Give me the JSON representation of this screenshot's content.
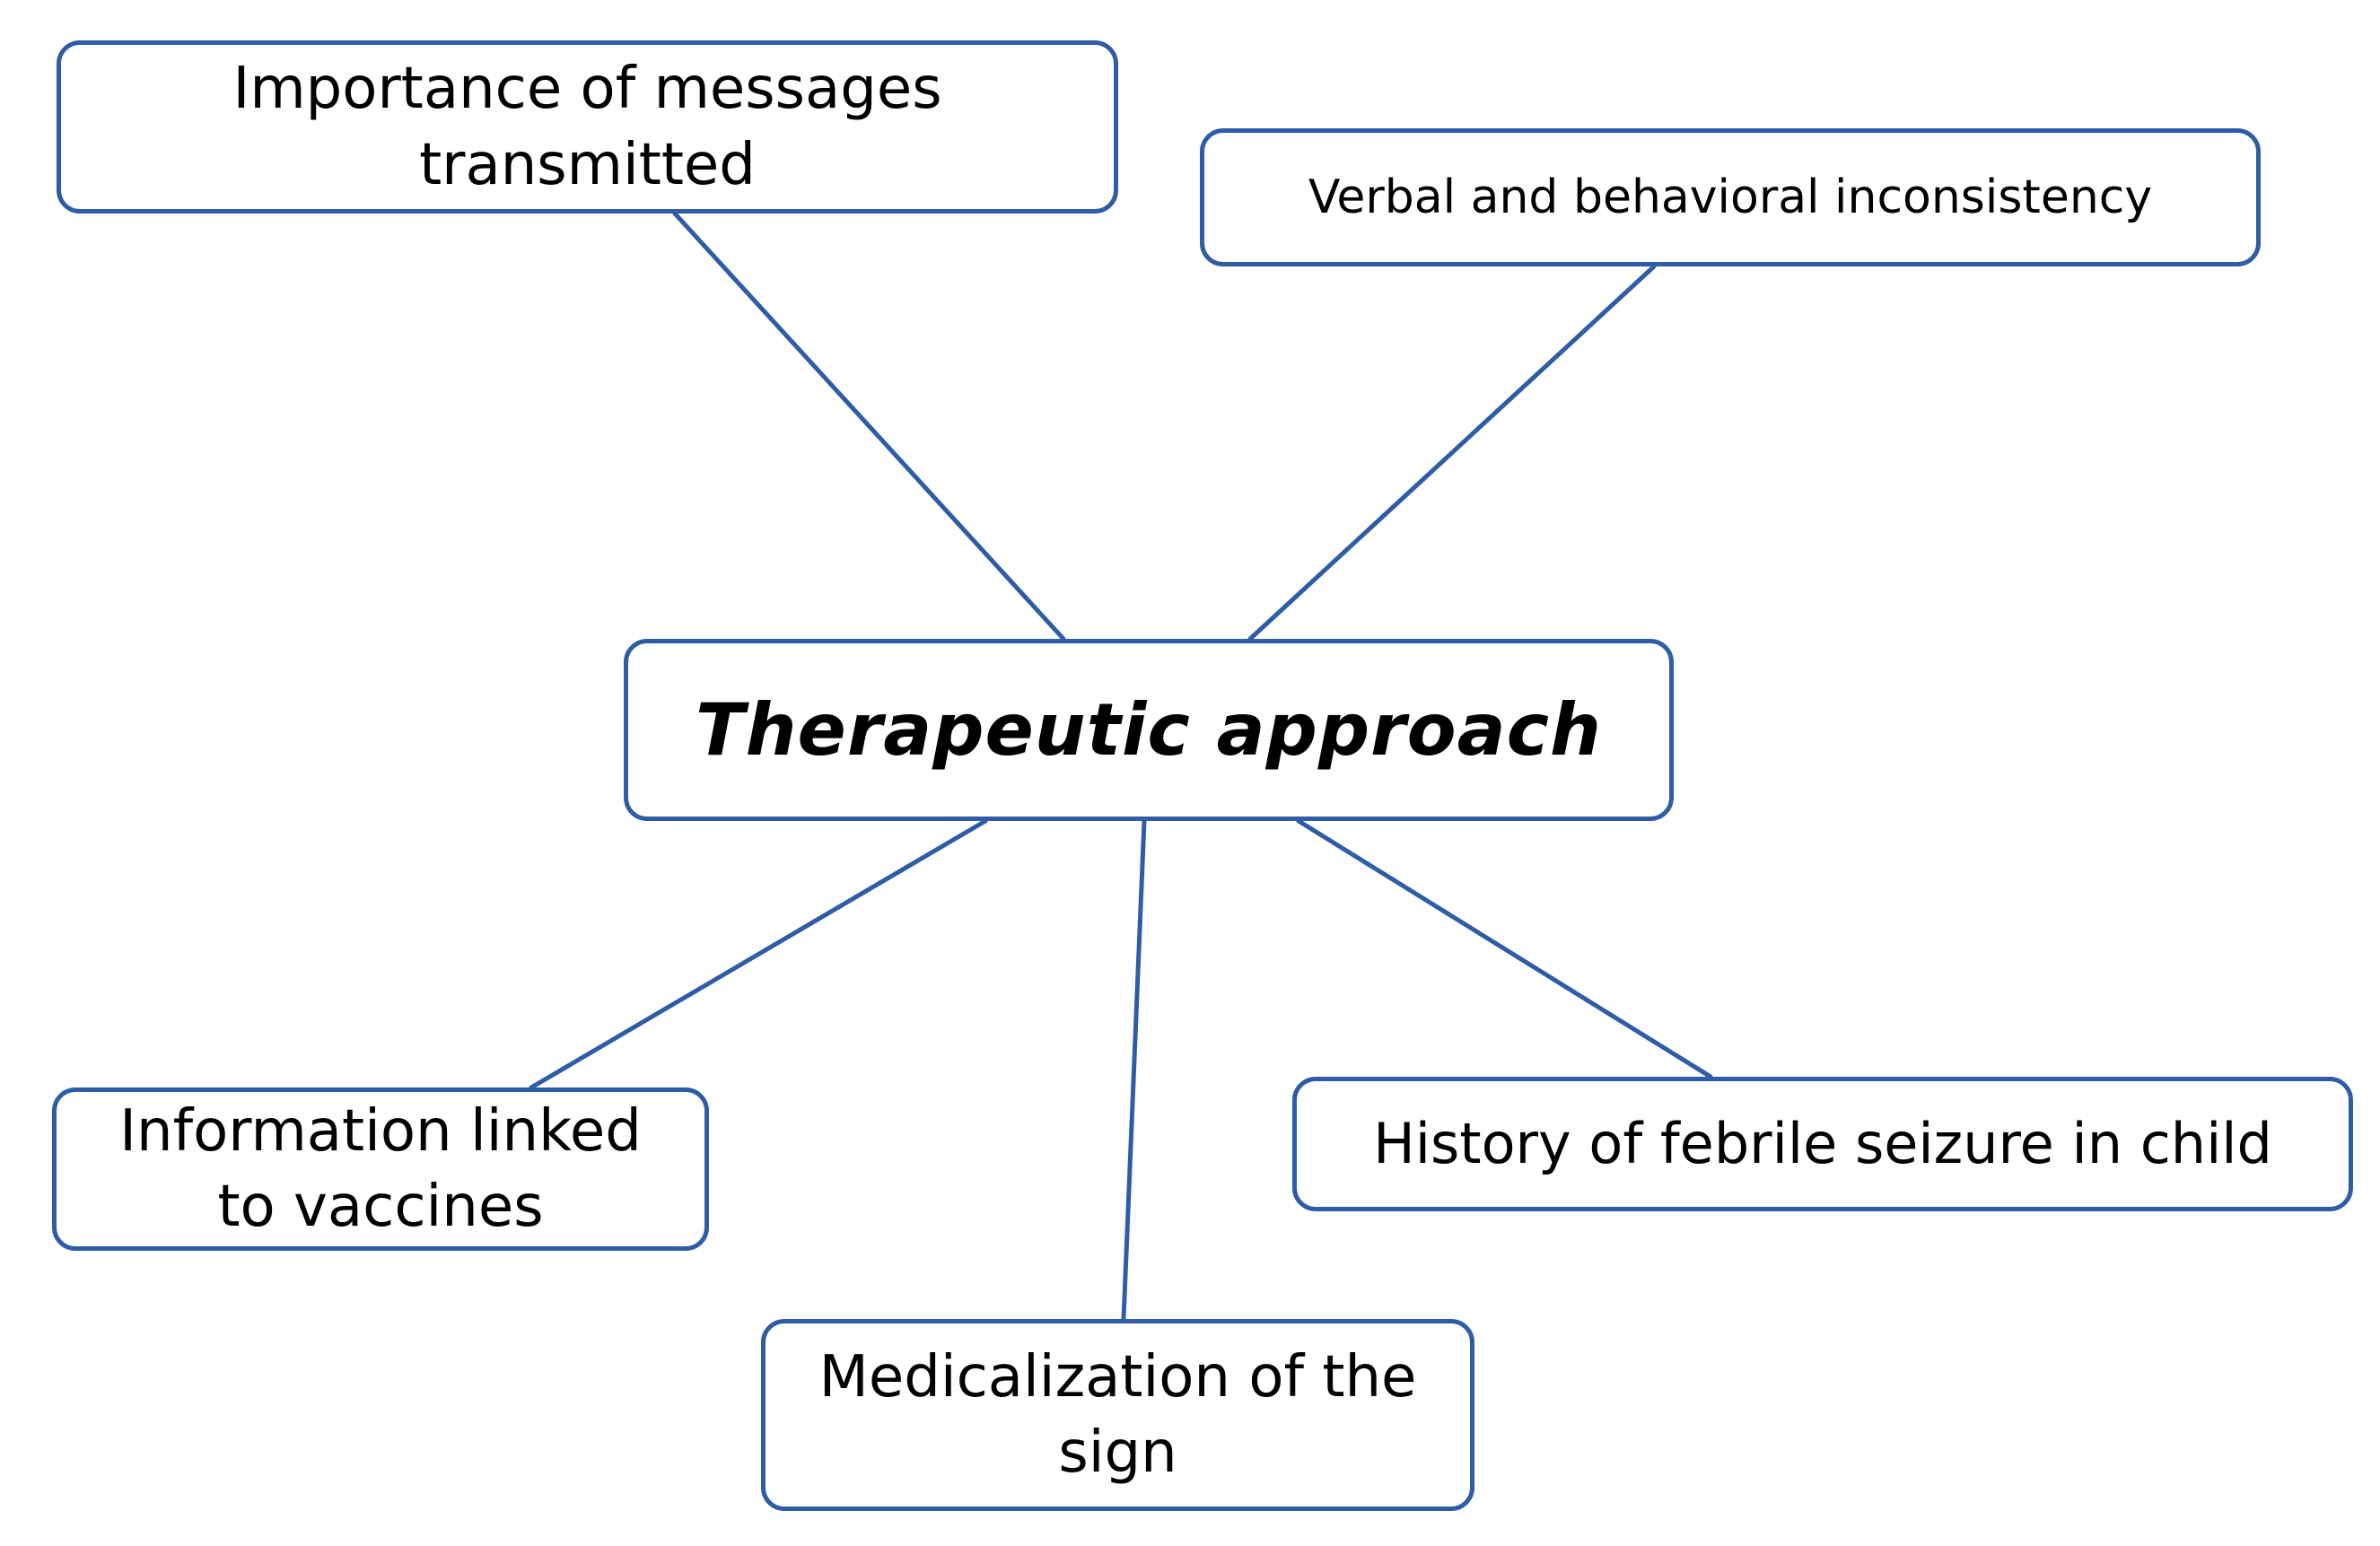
{
  "diagram": {
    "colors": {
      "border": "#2e5ca5",
      "connector": "#2e5ca5",
      "text": "#000000",
      "background": "#ffffff"
    },
    "center": {
      "label": "Therapeutic approach"
    },
    "branches": [
      {
        "id": "importance",
        "label": "Importance of messages transmitted"
      },
      {
        "id": "verbal",
        "label": "Verbal and behavioral inconsistency"
      },
      {
        "id": "vaccines",
        "label": "Information linked to vaccines"
      },
      {
        "id": "seizure",
        "label": "History of febrile seizure in child"
      },
      {
        "id": "medical",
        "label": "Medicalization of the sign"
      }
    ],
    "edges": [
      {
        "from": "center",
        "to": "importance"
      },
      {
        "from": "center",
        "to": "verbal"
      },
      {
        "from": "center",
        "to": "vaccines"
      },
      {
        "from": "center",
        "to": "seizure"
      },
      {
        "from": "center",
        "to": "medical"
      }
    ]
  }
}
